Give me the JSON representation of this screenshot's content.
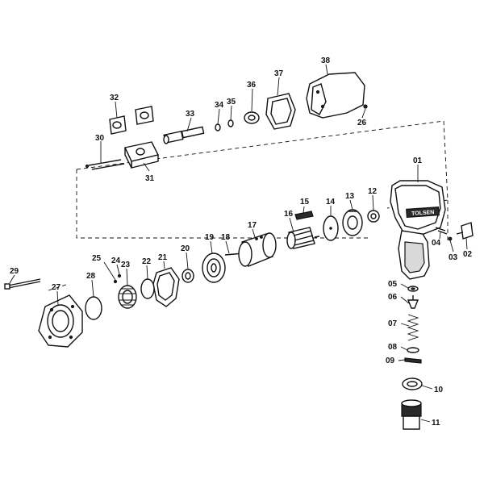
{
  "diagram": {
    "brand_text": "TOLSEN",
    "parts": [
      {
        "no": "01"
      },
      {
        "no": "02"
      },
      {
        "no": "03"
      },
      {
        "no": "04"
      },
      {
        "no": "05"
      },
      {
        "no": "06"
      },
      {
        "no": "07"
      },
      {
        "no": "08"
      },
      {
        "no": "09"
      },
      {
        "no": "10"
      },
      {
        "no": "11"
      },
      {
        "no": "12"
      },
      {
        "no": "13"
      },
      {
        "no": "14"
      },
      {
        "no": "15"
      },
      {
        "no": "16"
      },
      {
        "no": "17"
      },
      {
        "no": "18"
      },
      {
        "no": "19"
      },
      {
        "no": "20"
      },
      {
        "no": "21"
      },
      {
        "no": "22"
      },
      {
        "no": "23"
      },
      {
        "no": "24"
      },
      {
        "no": "25"
      },
      {
        "no": "26"
      },
      {
        "no": "27"
      },
      {
        "no": "28"
      },
      {
        "no": "29"
      },
      {
        "no": "30"
      },
      {
        "no": "31"
      },
      {
        "no": "32"
      },
      {
        "no": "33"
      },
      {
        "no": "34"
      },
      {
        "no": "35"
      },
      {
        "no": "36"
      },
      {
        "no": "37"
      },
      {
        "no": "38"
      }
    ]
  }
}
